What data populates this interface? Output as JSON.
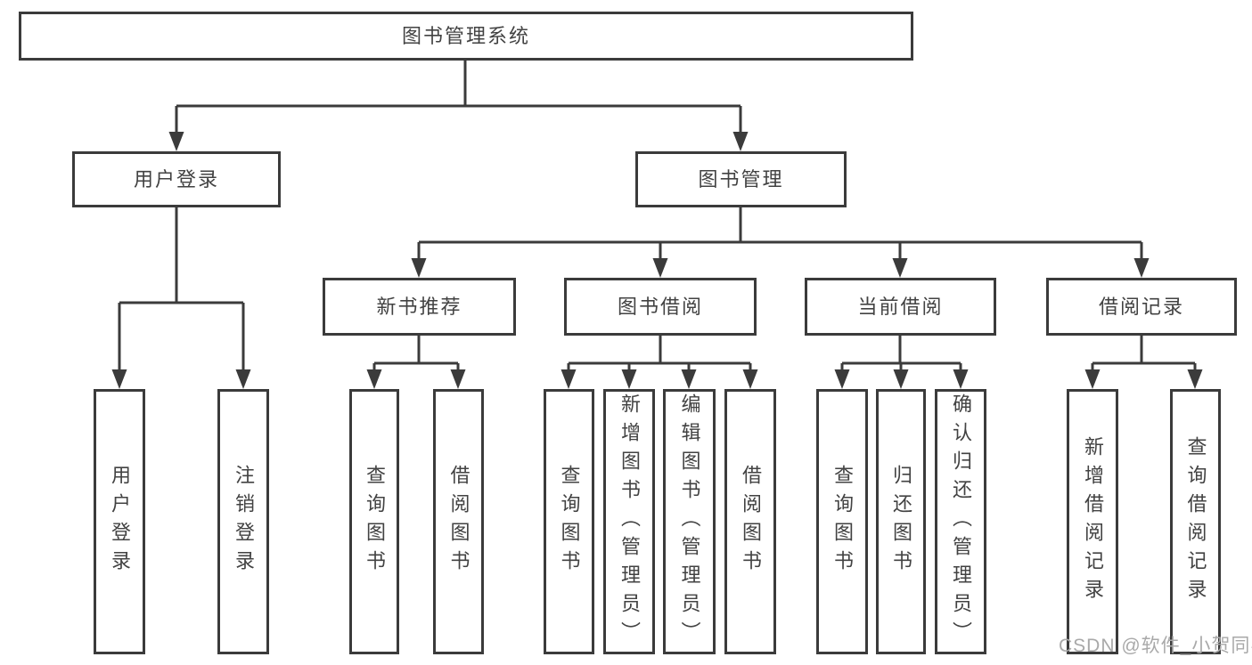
{
  "nodes": {
    "root": "图书管理系统",
    "user_login": "用户登录",
    "book_management": "图书管理",
    "new_book_recommend": "新书推荐",
    "book_borrow": "图书借阅",
    "current_borrow": "当前借阅",
    "borrow_records": "借阅记录",
    "leaf_user_login": "用户登录",
    "leaf_logout": "注销登录",
    "nb_query_books": "查询图书",
    "nb_borrow_books": "借阅图书",
    "bb_query_books": "查询图书",
    "bb_add_books": "新增图书（管理员）",
    "bb_edit_books": "编辑图书（管理员）",
    "bb_borrow_books": "借阅图书",
    "cb_query_books": "查询图书",
    "cb_return_books": "归还图书",
    "cb_confirm_return": "确认归还（管理员）",
    "br_add_record": "新增借阅记录",
    "br_query_record": "查询借阅记录"
  },
  "colors": {
    "line": "#3b3b3b",
    "text": "#424242",
    "watermark": "#a9a9a9",
    "background": "#ffffff"
  },
  "watermark": {
    "text": "CSDN @软件_小贺同学"
  }
}
